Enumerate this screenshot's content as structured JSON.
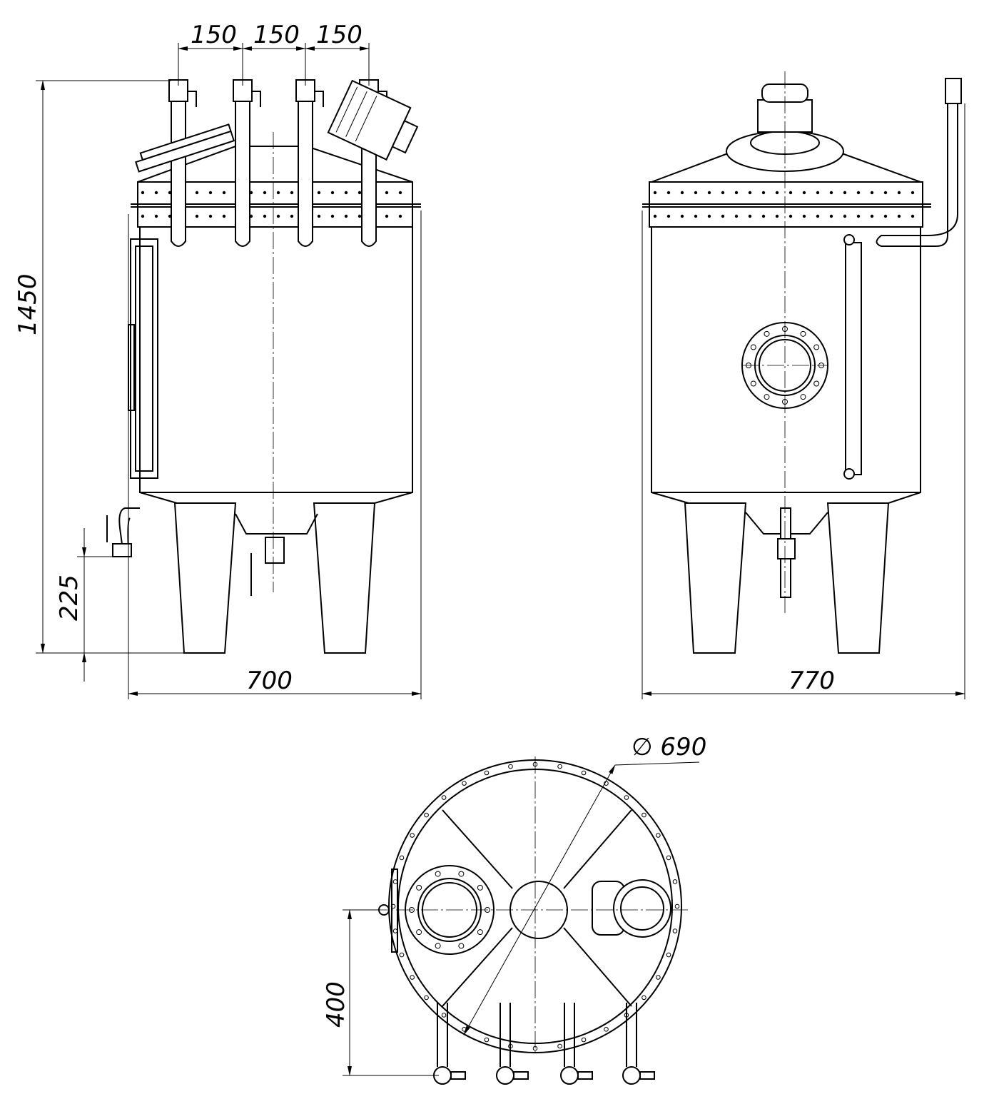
{
  "drawing": {
    "front_view": {
      "pipe_spacing": [
        "150",
        "150",
        "150"
      ],
      "overall_height": "1450",
      "outlet_height": "225",
      "width": "700"
    },
    "side_view": {
      "width": "770"
    },
    "top_view": {
      "diameter": "∅ 690",
      "outlet_offset": "400"
    }
  },
  "colors": {
    "line": "#000000",
    "background": "#ffffff"
  }
}
